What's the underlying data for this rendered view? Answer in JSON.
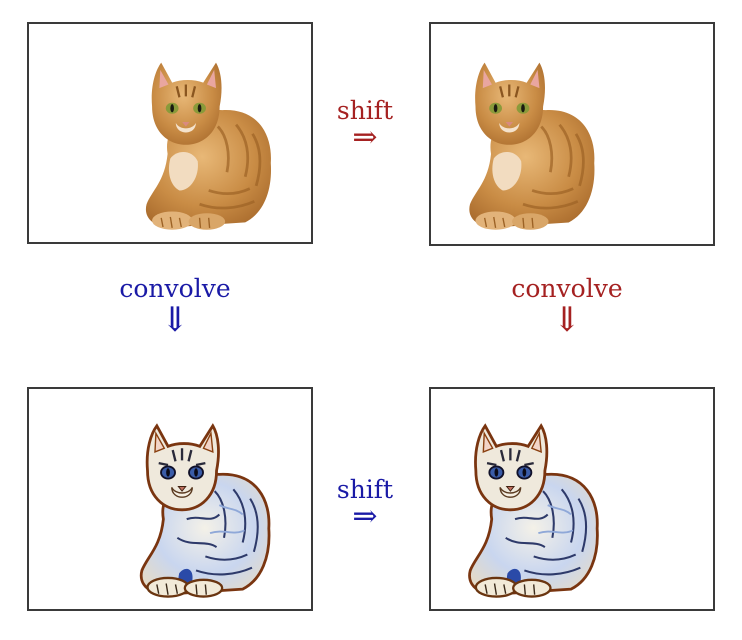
{
  "colors": {
    "shift_top": "#a52121",
    "shift_bottom": "#1a1aa6",
    "convolve_left": "#1a1aa6",
    "convolve_right": "#a52121",
    "frame": "#3a3a3a"
  },
  "panels": {
    "top_left": {
      "image": "cat-photo"
    },
    "top_right": {
      "image": "cat-photo-shifted"
    },
    "bottom_left": {
      "image": "cat-edge-filtered"
    },
    "bottom_right": {
      "image": "cat-edge-filtered-shifted"
    }
  },
  "operations": {
    "shift_top": {
      "label": "shift",
      "arrow": "⇒"
    },
    "shift_bottom": {
      "label": "shift",
      "arrow": "⇒"
    },
    "convolve_left": {
      "label": "convolve",
      "arrow": "⇓"
    },
    "convolve_right": {
      "label": "convolve",
      "arrow": "⇓"
    }
  }
}
